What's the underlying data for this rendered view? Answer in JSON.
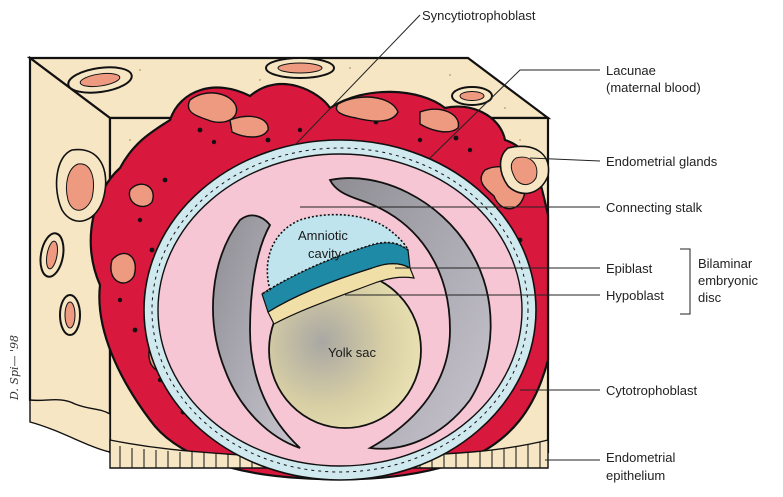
{
  "labels": {
    "syncytiotrophoblast": "Syncytiotrophoblast",
    "lacunae_line1": "Lacunae",
    "lacunae_line2": "(maternal blood)",
    "endometrial_glands": "Endometrial glands",
    "connecting_stalk": "Connecting stalk",
    "epiblast": "Epiblast",
    "hypoblast": "Hypoblast",
    "bilaminar_line1": "Bilaminar",
    "bilaminar_line2": "embryonic",
    "bilaminar_line3": "disc",
    "cytotrophoblast": "Cytotrophoblast",
    "endometrial_epithelium_line1": "Endometrial",
    "endometrial_epithelium_line2": "epithelium",
    "amniotic_line1": "Amniotic",
    "amniotic_line2": "cavity",
    "yolk_sac": "Yolk sac",
    "signature": "D. Spi— '98"
  },
  "colors": {
    "tissue_beige": "#f7e6c4",
    "syncytio_red": "#d8183c",
    "lacuna_salmon": "#ee9a80",
    "cyto_blue": "#cfe9ef",
    "mesoderm_pink": "#f6c6d4",
    "grey_cavity": "#a9a8ae",
    "amnion_blue": "#bfe4ee",
    "epiblast_teal": "#1f8aa6",
    "yolk_beige": "#e2d6a8"
  }
}
